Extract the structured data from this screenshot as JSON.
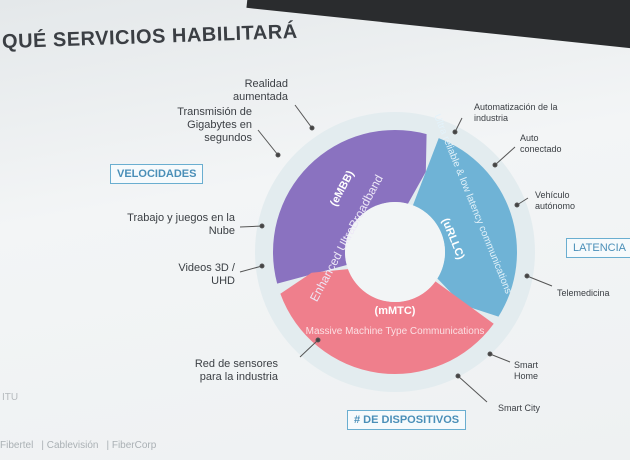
{
  "title": "QUÉ SERVICIOS HABILITARÁ",
  "badges": {
    "speed": "VELOCIDADES",
    "latency": "LATENCIA",
    "devices": "# DE DISPOSITIVOS"
  },
  "segments": [
    {
      "name": "Enhanced UltraBroadband",
      "abbr": "(eMBB)",
      "color": "#8a72c0"
    },
    {
      "name": "Ultra reliable & low latency communications",
      "abbr": "(uRLLC)",
      "color": "#6fb3d6"
    },
    {
      "name": "Massive Machine Type Communications",
      "abbr": "(mMTC)",
      "color": "#ef7f8c"
    }
  ],
  "labels": {
    "ar": "Realidad aumentada",
    "gb": "Transmisión de Gigabytes en segundos",
    "cloud": "Trabajo y juegos en la Nube",
    "video": "Videos 3D / UHD",
    "sensors": "Red de sensores para la industria",
    "auto": "Automatización de la industria",
    "car": "Auto conectado",
    "veh": "Vehículo autónomo",
    "tele": "Telemedicina",
    "home": "Smart Home",
    "city": "Smart City"
  },
  "source": "ITU",
  "footer": [
    "Fibertel",
    "Cablevisión",
    "FiberCorp"
  ]
}
